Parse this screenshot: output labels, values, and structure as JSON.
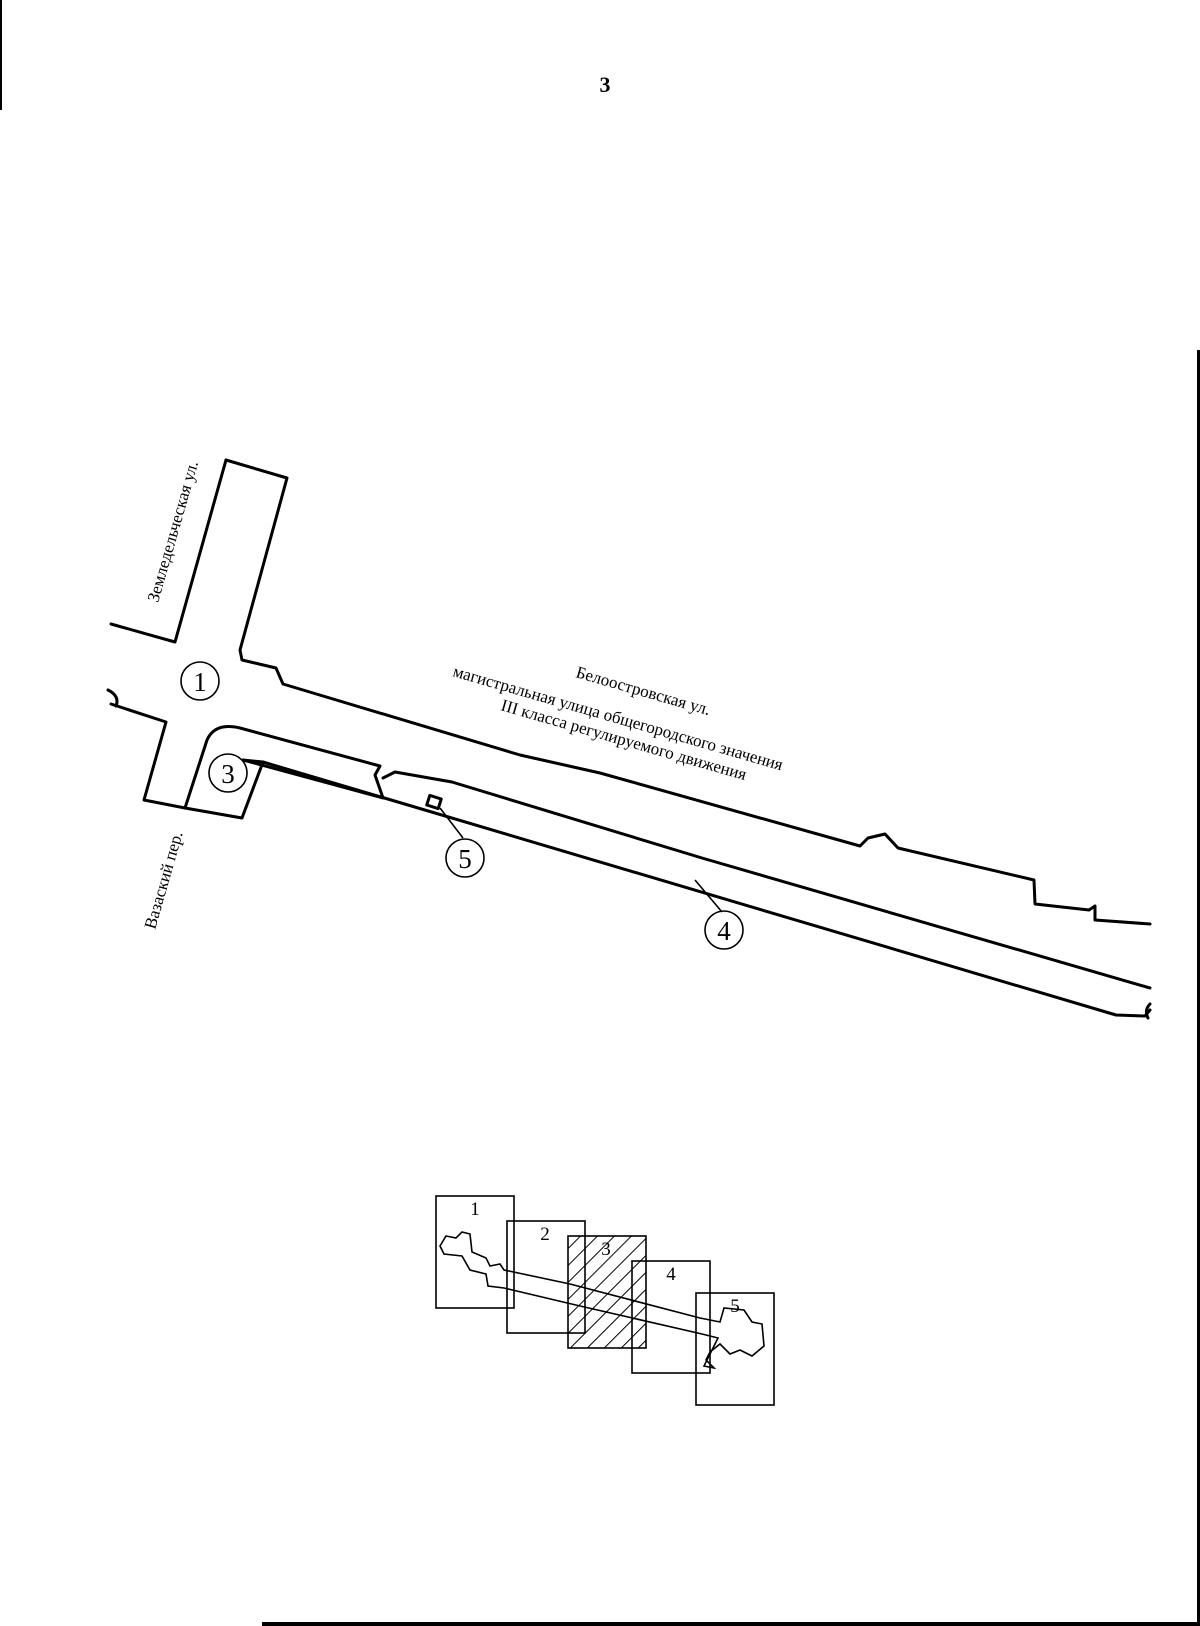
{
  "page": {
    "number": "3"
  },
  "streets": {
    "zemledelcheskaya": "Земледельческая ул.",
    "vazasky": "Вазаский пер.",
    "beloostrovskaya_name": "Белоостровская ул.",
    "beloostrovskaya_line1": "магистральная улица общегородского значения",
    "beloostrovskaya_line2": "III класса регулируемого движения"
  },
  "markers": [
    {
      "id": "1",
      "label": "1"
    },
    {
      "id": "3",
      "label": "3"
    },
    {
      "id": "5",
      "label": "5"
    },
    {
      "id": "4",
      "label": "4"
    }
  ],
  "key_map": {
    "sheets": [
      {
        "label": "1",
        "active": false
      },
      {
        "label": "2",
        "active": false
      },
      {
        "label": "3",
        "active": true
      },
      {
        "label": "4",
        "active": false
      },
      {
        "label": "5",
        "active": false
      }
    ]
  },
  "colors": {
    "ink": "#000000",
    "paper": "#ffffff"
  }
}
